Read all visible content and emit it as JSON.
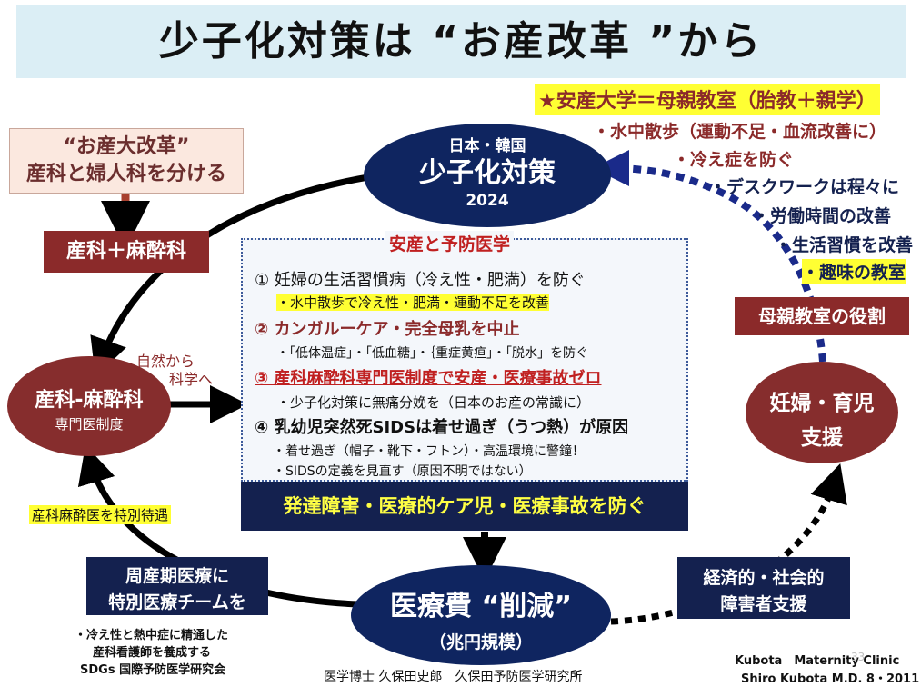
{
  "title": "少子化対策は “お産改革 ”から",
  "top_right": {
    "header": "★安産大学＝母親教室（胎教＋親学）",
    "items": [
      "・水中散歩（運動不足・血流改善に）",
      "・冷え症を防ぐ",
      "・デスクワークは程々に",
      "・労働時間の改善",
      "・生活習慣を改善",
      "・趣味の教室"
    ]
  },
  "left_top_box": {
    "line1": "“お産大改革”",
    "line2": "産科と婦人科を分ける"
  },
  "obstetric_anesthesia_label": "産科＋麻酔科",
  "top_ellipse": {
    "line1": "日本・韓国",
    "line2": "少子化対策",
    "line3": "2024"
  },
  "left_ellipse": {
    "line1": "産科-麻酔科",
    "line2": "専門医制度"
  },
  "nature_label": {
    "line1": "自然から",
    "line2": "科学へ"
  },
  "center": {
    "heading": "安産と予防医学",
    "l1": "① 妊婦の生活習慣病（冷え性・肥満）を防ぐ",
    "l1a": "・水中散歩で冷え性・肥満・運動不足を改善",
    "l2": "② カンガルーケア・完全母乳を中止",
    "l2a": "・「低体温症」・「低血糖」・｛重症黄疸」・「脱水」を防ぐ",
    "l3": "③ 産科麻酔科専門医制度で安産・医療事故ゼロ",
    "l3a": "・少子化対策に無痛分娩を（日本のお産の常識に）",
    "l4": "④ 乳幼児突然死SIDSは着せ過ぎ（うつ熱）が原因",
    "l4a": "・着せ過ぎ（帽子・靴下・フトン）・高温環境に警鐘！",
    "l4b": "・SIDSの定義を見直す（原因不明ではない）",
    "banner": "発達障害・医療的ケア児・医療事故を防ぐ"
  },
  "mother_class_label": "母親教室の役割",
  "right_ellipse": {
    "line1": "妊婦・育児",
    "line2": "支援"
  },
  "special_treatment": "産科麻酔医を特別待遇",
  "perinatal_box": {
    "line1": "周産期医療に",
    "line2": "特別医療チームを"
  },
  "econ_box": {
    "line1": "経済的・社会的",
    "line2": "障害者支援"
  },
  "bottom_ellipse": {
    "line1": "医療費 “削減”",
    "line2": "（兆円規模）"
  },
  "bottom_left_notes": [
    "・冷え性と熱中症に精通した",
    "産科看護師を養成する",
    "SDGs 国際予防医学研究会"
  ],
  "author": "医学博士 久保田史郎　久保田予防医学研究所",
  "credit": {
    "line1": "Kubota　Maternity Clinic",
    "line2": "Shiro Kubota M.D. 8・2011"
  },
  "page_number": "33",
  "colors": {
    "dark_red": "#8b2a2a",
    "navy": "#14214f",
    "highlight": "#ffff33",
    "title_bg": "#dbeef5"
  }
}
